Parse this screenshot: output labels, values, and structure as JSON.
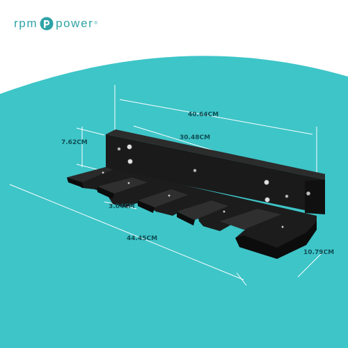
{
  "brand": {
    "name_left": "rpm",
    "name_right": "power",
    "trademark": "®",
    "logo_mark": "rpm-power-logo-mark"
  },
  "colors": {
    "background": "#ffffff",
    "teal": "#3ec5c8",
    "brand_teal": "#2fa3a7",
    "bracket": "#141414",
    "dimension_line": "#ffffff"
  },
  "dimensions": {
    "top_outer": "40.64CM",
    "top_inner": "30.48CM",
    "height": "7.62CM",
    "slot_gap": "3.04CM",
    "length": "44.45CM",
    "depth": "10.79CM"
  }
}
